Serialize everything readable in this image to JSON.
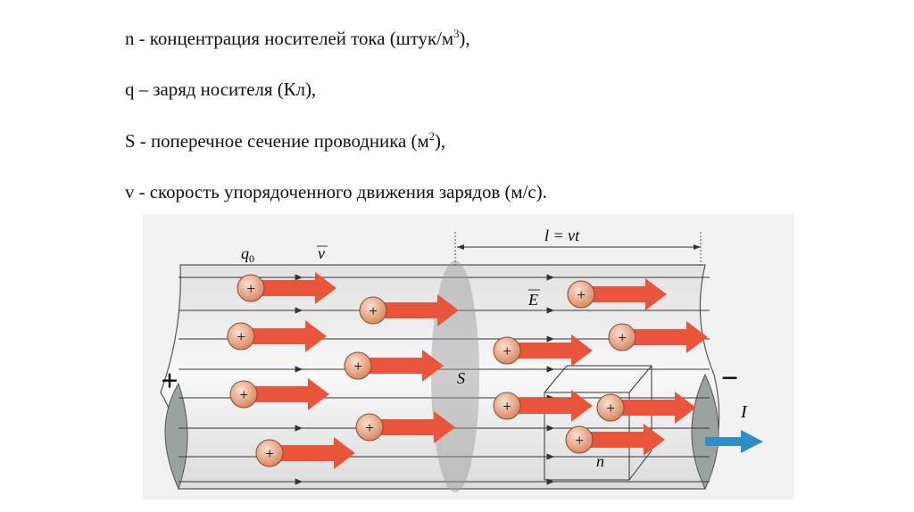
{
  "definitions": [
    {
      "text": "n - концентрация носителей тока (штук/м",
      "sup": "3",
      "tail": "),"
    },
    {
      "text": "q – заряд носителя (Кл),",
      "sup": "",
      "tail": ""
    },
    {
      "text": "S - поперечное сечение проводника (м",
      "sup": "2",
      "tail": "),"
    },
    {
      "text": "v - скорость упорядоченного движения зарядов (м/с).",
      "sup": "",
      "tail": ""
    }
  ],
  "diagram": {
    "label_length": "l = vt",
    "label_charge": "q",
    "label_charge_sub": "0",
    "label_velocity": "v",
    "label_field": "E",
    "label_section": "S",
    "label_concentration": "n",
    "label_current": "I",
    "plus_terminal": "+",
    "minus_terminal": "−",
    "charge_sign": "+",
    "colors": {
      "arrow": "#e8553a",
      "charge": "#e9a47f",
      "current": "#2f8fc4",
      "conductor": "#ececec"
    }
  }
}
